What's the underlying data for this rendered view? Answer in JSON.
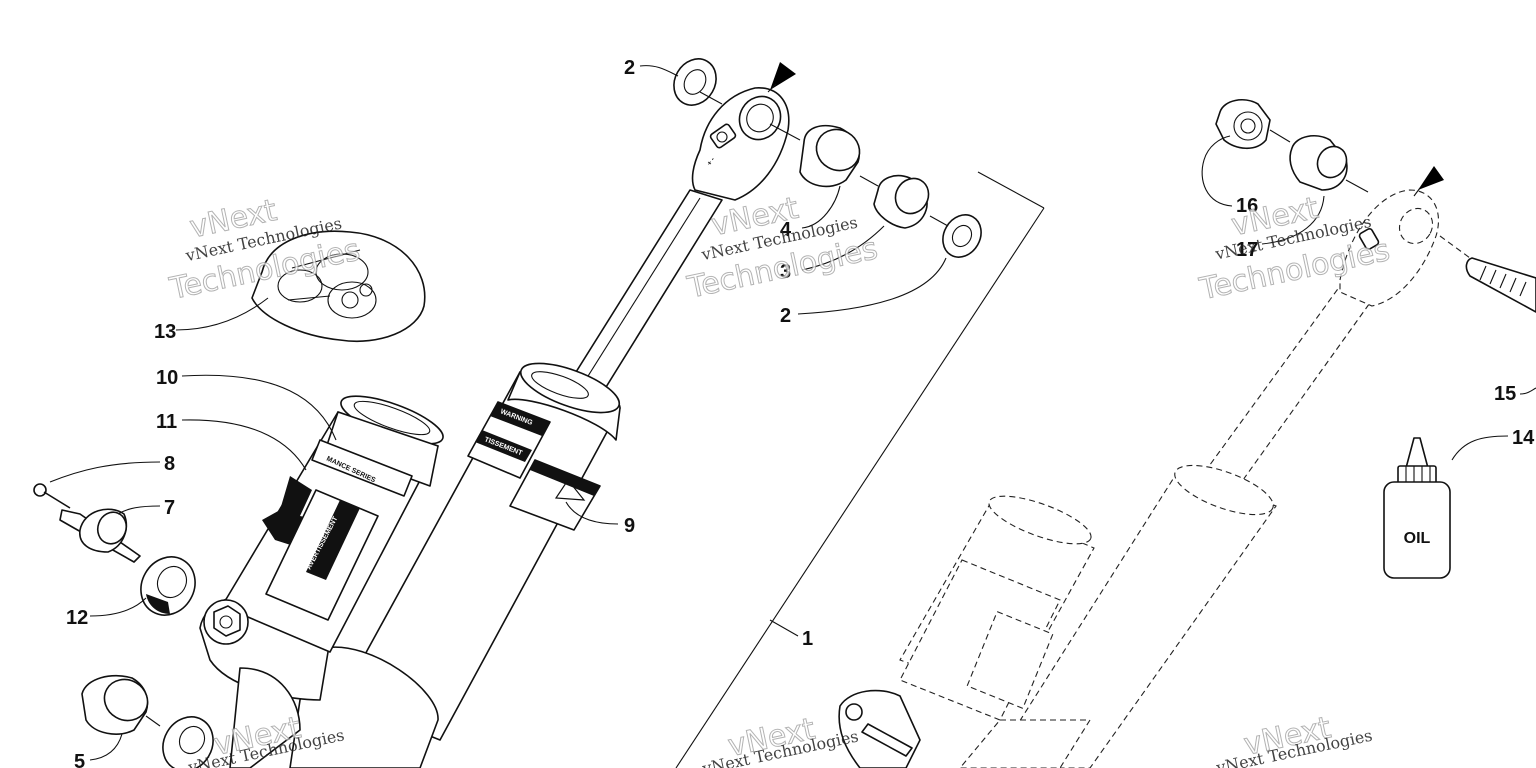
{
  "callouts": {
    "c1": "1",
    "c2a": "2",
    "c2b": "2",
    "c3": "3",
    "c4": "4",
    "c5": "5",
    "c7": "7",
    "c8": "8",
    "c9": "9",
    "c10": "10",
    "c11": "11",
    "c12": "12",
    "c13": "13",
    "c14": "14",
    "c15": "15",
    "c16": "16",
    "c17": "17"
  },
  "labels": {
    "series": "MANCE SERIES",
    "warning": "WARNING",
    "avertissement_reservoir": "TISSEMENT",
    "avertissement_body": "AVERTISSEMENT",
    "oil_bottle": "OIL"
  },
  "watermark": {
    "line1": "vNext",
    "line2": "vNext Technologies",
    "line3": "Technologies"
  }
}
